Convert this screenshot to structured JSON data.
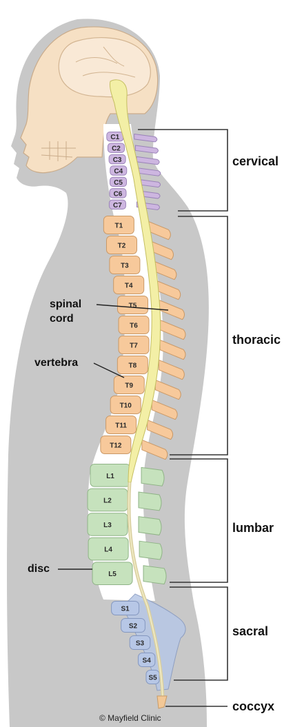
{
  "colors": {
    "body": "#c8c8c8",
    "skull": "#f6e0c4",
    "brain": "#f9e9d6",
    "cord": "#f3efa6",
    "cervical": "#cdb6e0",
    "thoracic": "#f7c99b",
    "lumbar": "#c6e2bd",
    "sacral": "#b7c7e6",
    "coccyx": "#f3c896",
    "disc": "#ffffff"
  },
  "vertebrae": {
    "cervical": [
      "C1",
      "C2",
      "C3",
      "C4",
      "C5",
      "C6",
      "C7"
    ],
    "thoracic": [
      "T1",
      "T2",
      "T3",
      "T4",
      "T5",
      "T6",
      "T7",
      "T8",
      "T9",
      "T10",
      "T11",
      "T12"
    ],
    "lumbar": [
      "L1",
      "L2",
      "L3",
      "L4",
      "L5"
    ],
    "sacral": [
      "S1",
      "S2",
      "S3",
      "S4",
      "S5"
    ]
  },
  "regions": {
    "cervical": "cervical",
    "thoracic": "thoracic",
    "lumbar": "lumbar",
    "sacral": "sacral",
    "coccyx": "coccyx"
  },
  "callouts": {
    "spinal_cord_line1": "spinal",
    "spinal_cord_line2": "cord",
    "vertebra": "vertebra",
    "disc": "disc"
  },
  "credit": "© Mayfield Clinic"
}
